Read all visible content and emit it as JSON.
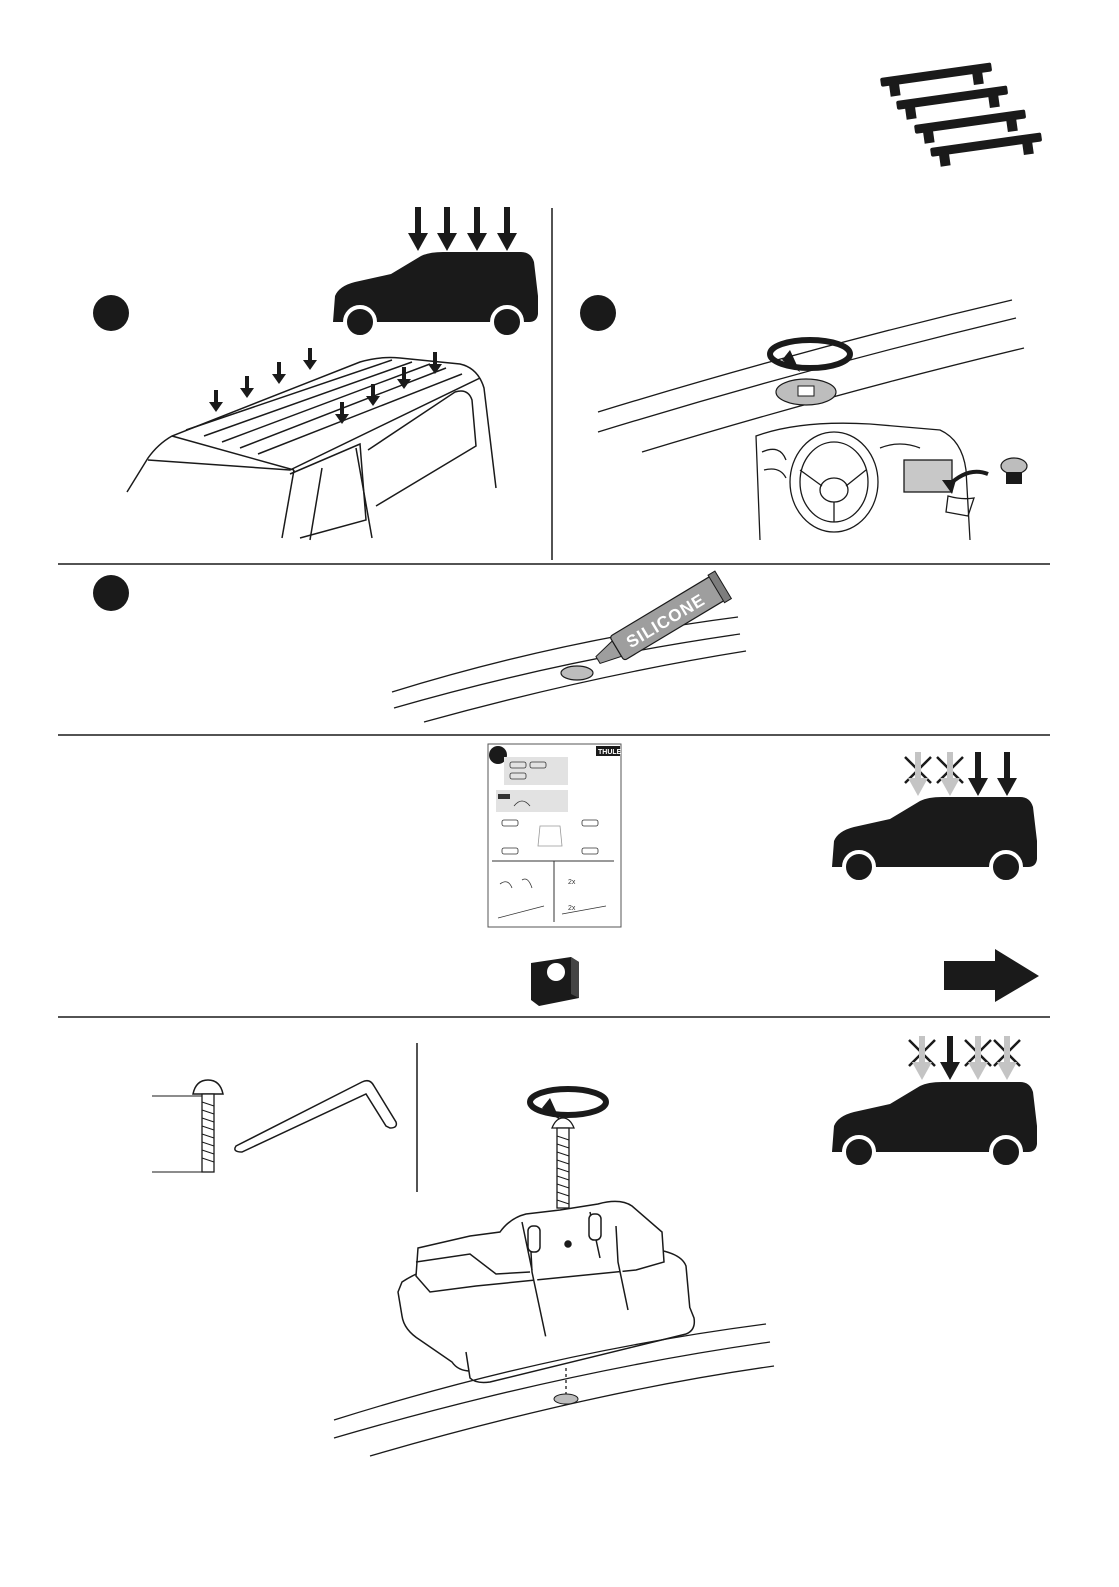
{
  "page": {
    "background": "#ffffff",
    "ink": "#1a1a1a",
    "grey": "#bdbdbd"
  },
  "steps": [
    {
      "id": "1",
      "marker": "filled-circle",
      "illustration": "van-roof-points"
    },
    {
      "id": "2",
      "marker": "filled-circle",
      "illustration": "remove-roof-cap-store-in-glovebox"
    },
    {
      "id": "3",
      "marker": "filled-circle",
      "illustration": "apply-silicone"
    }
  ],
  "silicone_tube": {
    "label": "SILICONE"
  },
  "instruction_sheet": {
    "brand": "THULE",
    "qty_a": "2x",
    "qty_b": "2x"
  },
  "icons": [
    "roof-rack-bars-icon",
    "van-with-four-arrows-icon",
    "van-with-two-arrows-icon",
    "van-with-one-arrow-icon",
    "rotate-arrow-icon",
    "box-icon",
    "next-arrow-icon",
    "bolt-icon",
    "allen-key-icon",
    "glovebox-cap-icon"
  ]
}
